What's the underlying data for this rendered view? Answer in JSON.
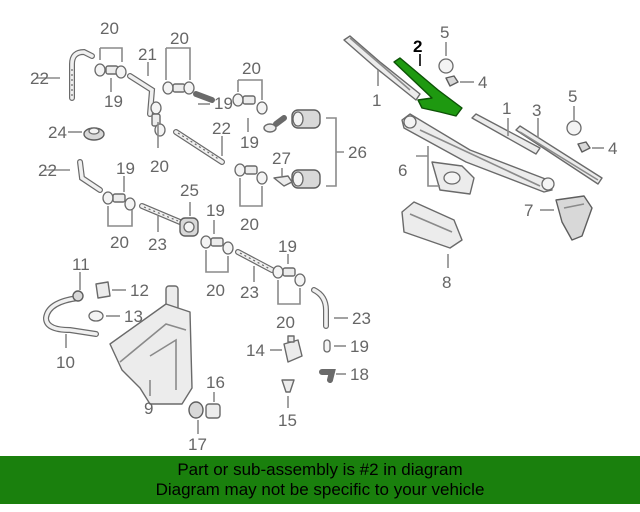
{
  "diagram": {
    "highlight_color": "#1e9910",
    "callouts": {
      "c1a": "1",
      "c1b": "1",
      "c2": "2",
      "c3": "3",
      "c4a": "4",
      "c4b": "4",
      "c5a": "5",
      "c5b": "5",
      "c6": "6",
      "c7": "7",
      "c8": "8",
      "c9": "9",
      "c10": "10",
      "c11": "11",
      "c12": "12",
      "c13": "13",
      "c14": "14",
      "c15": "15",
      "c16": "16",
      "c17": "17",
      "c18": "18",
      "c19a": "19",
      "c19b": "19",
      "c19c": "19",
      "c19d": "19",
      "c19e": "19",
      "c19f": "19",
      "c20a": "20",
      "c20b": "20",
      "c20c": "20",
      "c20d": "20",
      "c20e": "20",
      "c20f": "20",
      "c20g": "20",
      "c20h": "20",
      "c21": "21",
      "c22a": "22",
      "c22b": "22",
      "c22c": "22",
      "c23a": "23",
      "c23b": "23",
      "c23c": "23",
      "c24": "24",
      "c25": "25",
      "c26": "26",
      "c27": "27"
    }
  },
  "footer": {
    "background": "#1a800d",
    "line1": "Part or sub-assembly is #2 in diagram",
    "line2": "Diagram may not be specific to your vehicle"
  }
}
